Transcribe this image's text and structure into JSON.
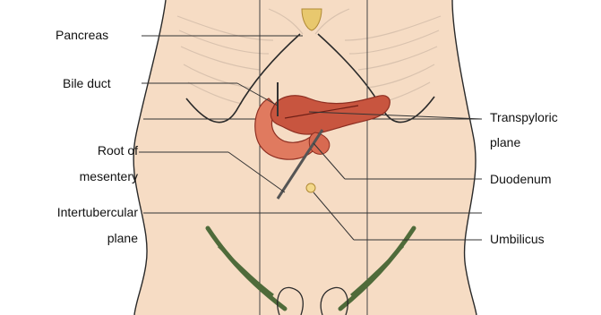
{
  "labels": {
    "pancreas": "Pancreas",
    "bile_duct": "Bile duct",
    "root_of_mesentery_line1": "Root of",
    "root_of_mesentery_line2": "mesentery",
    "intertubercular_line1": "Intertubercular",
    "intertubercular_line2": "plane",
    "transpyloric_line1": "Transpyloric",
    "transpyloric_line2": "plane",
    "duodenum": "Duodenum",
    "umbilicus": "Umbilicus"
  },
  "colors": {
    "skin": "#f6dcc4",
    "skin_outline": "#2a2a2a",
    "rib_lines": "#d9c2ae",
    "pancreas": "#c8553f",
    "pancreas_dark": "#8e2f22",
    "duodenum": "#e07a5f",
    "iliac_green": "#4f6b3a",
    "leader_lines": "#333333",
    "xiphoid": "#d9b35a"
  }
}
